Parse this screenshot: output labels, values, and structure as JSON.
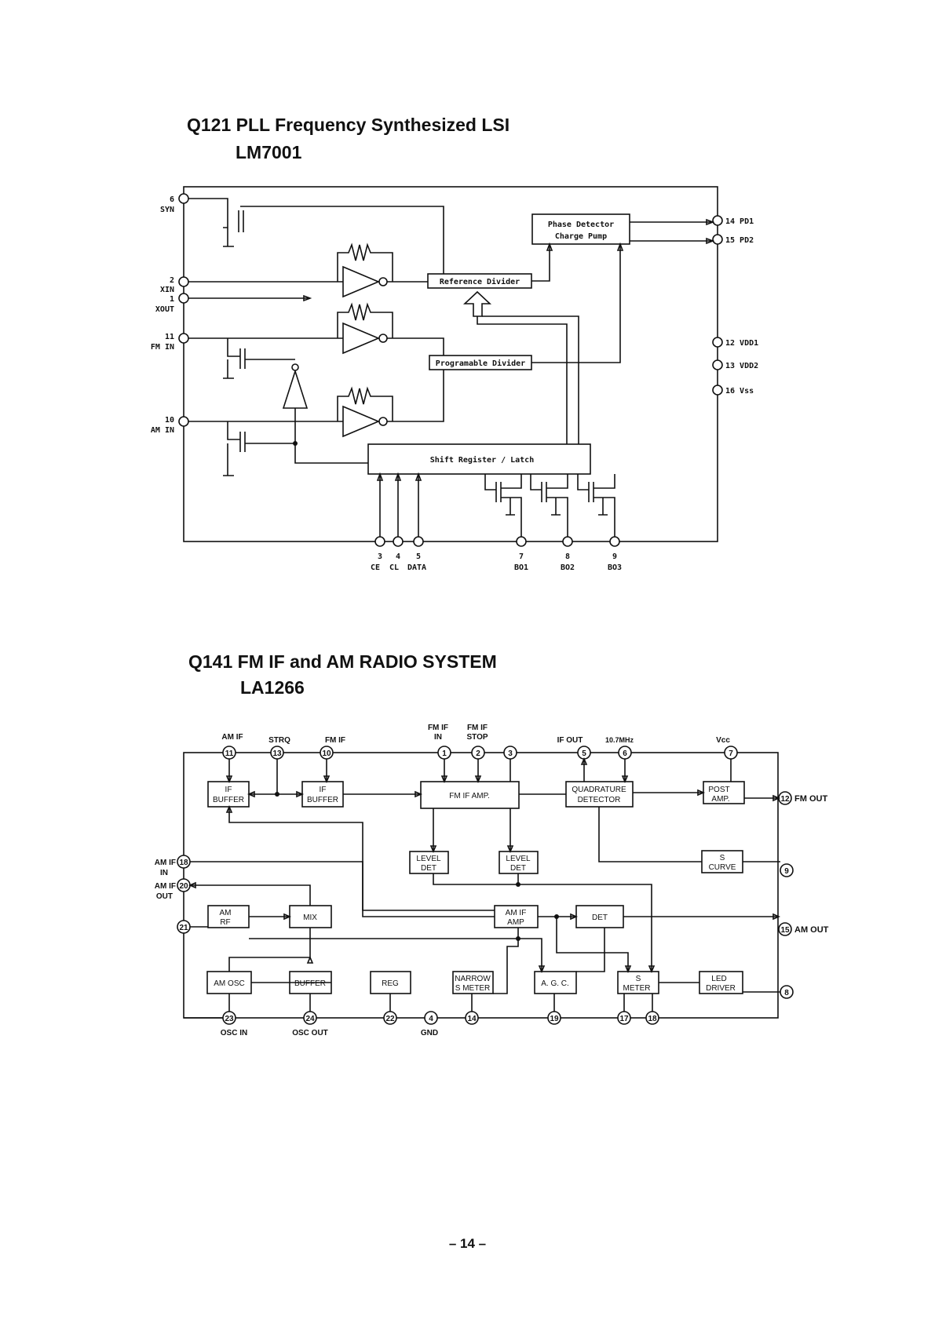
{
  "lm7001": {
    "title": "Q121 PLL Frequency Synthesized LSI",
    "subtitle": "LM7001",
    "blocks": {
      "phase_detector_line1": "Phase Detector",
      "phase_detector_line2": "Charge Pump",
      "reference_divider": "Reference Divider",
      "programable_divider": "Programable Divider",
      "shift_register": "Shift Register / Latch"
    },
    "left_pins": [
      {
        "num": "6",
        "name": "SYN"
      },
      {
        "num": "2",
        "name": "XIN"
      },
      {
        "num": "1",
        "name": "XOUT"
      },
      {
        "num": "11",
        "name": "FM IN"
      },
      {
        "num": "10",
        "name": "AM IN"
      }
    ],
    "right_pins": [
      {
        "label": "14 PD1"
      },
      {
        "label": "15 PD2"
      },
      {
        "label": "12 VDD1"
      },
      {
        "label": "13 VDD2"
      },
      {
        "label": "16 Vss"
      }
    ],
    "bottom_pins": [
      {
        "num": "3",
        "name": "CE"
      },
      {
        "num": "4",
        "name": "CL"
      },
      {
        "num": "5",
        "name": "DATA"
      },
      {
        "num": "7",
        "name": "BO1"
      },
      {
        "num": "8",
        "name": "BO2"
      },
      {
        "num": "9",
        "name": "BO3"
      }
    ]
  },
  "la1266": {
    "title": "Q141 FM IF and AM RADIO SYSTEM",
    "subtitle": "LA1266",
    "blocks": {
      "if_buffer_1": [
        "IF",
        "BUFFER"
      ],
      "if_buffer_2": [
        "IF",
        "BUFFER"
      ],
      "fm_if_amp": "FM IF AMP.",
      "quadrature_detector": [
        "QUADRATURE",
        "DETECTOR"
      ],
      "post_amp": [
        "POST",
        "AMP."
      ],
      "level_det_1": [
        "LEVEL",
        "DET"
      ],
      "level_det_2": [
        "LEVEL",
        "DET"
      ],
      "s_curve": [
        "S",
        "CURVE"
      ],
      "am_rf": [
        "AM",
        "RF"
      ],
      "mix": "MIX",
      "am_if_amp": [
        "AM IF",
        "AMP"
      ],
      "det": "DET",
      "am_osc": "AM OSC",
      "buffer": "BUFFER",
      "reg": "REG",
      "narrow_s_meter": [
        "NARROW",
        "S METER"
      ],
      "agc": "A. G. C.",
      "s_meter": [
        "S",
        "METER"
      ],
      "led_driver": [
        "LED",
        "DRIVER"
      ]
    },
    "top_labels": {
      "am_if": "AM IF",
      "strq": "STRQ",
      "fm_if": "FM IF",
      "fm_if_in": [
        "FM IF",
        "IN"
      ],
      "fm_if_stop": [
        "FM IF",
        "STOP"
      ],
      "if_out": "IF OUT",
      "mhz": "10.7MHz",
      "vcc": "Vcc"
    },
    "pin_numbers": {
      "p11": "11",
      "p13": "13",
      "p10": "10",
      "p1": "1",
      "p2": "2",
      "p3": "3",
      "p5": "5",
      "p6": "6",
      "p7": "7",
      "p12": "12",
      "p9": "9",
      "p15": "15",
      "p8": "8",
      "p18": "18",
      "p20": "20",
      "p21": "21",
      "p23": "23",
      "p24": "24",
      "p22": "22",
      "p4": "4",
      "p14": "14",
      "p19": "19",
      "p17": "17",
      "p18b": "18"
    },
    "side_labels": {
      "fm_out": "FM OUT",
      "am_out": "AM OUT",
      "am_if_in": [
        "AM IF",
        "IN"
      ],
      "am_if_out": [
        "AM IF",
        "OUT"
      ],
      "osc_in": "OSC IN",
      "osc_out": "OSC OUT",
      "gnd": "GND"
    }
  },
  "page_number": "– 14 –"
}
